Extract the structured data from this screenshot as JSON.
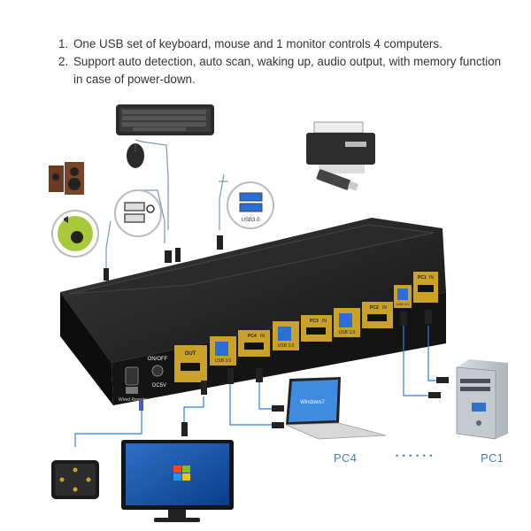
{
  "notes": [
    {
      "number": "1.",
      "text": "One USB set of keyboard, mouse and 1 monitor controls 4 computers."
    },
    {
      "number": "2.",
      "text": "Support auto detection, auto scan, waking up, audio output, with memory function in case of power-down."
    }
  ],
  "device": {
    "out_label": "OUT",
    "on_off_label": "ON/OFF",
    "power_label": "DC5V",
    "remote_label": "Wired Remote",
    "ports": [
      {
        "usb": "USB 3.0",
        "pc": "PC4",
        "in": "IN"
      },
      {
        "usb": "USB 3.0",
        "pc": "PC3",
        "in": "IN"
      },
      {
        "usb": "USB 3.0",
        "pc": "PC2",
        "in": "IN"
      },
      {
        "usb": "USB 3.0",
        "pc": "PC1",
        "in": "IN"
      }
    ],
    "top_usb_label": "USB3.0"
  },
  "laptop_screen_text": "Windows7",
  "labels": {
    "pc_left": "PC4",
    "dots": "• • • • • •",
    "pc_right": "PC1"
  },
  "colors": {
    "text": "#333333",
    "label_blue": "#4a7bb7",
    "device": "#1c1c1c",
    "gold": "#c9a227",
    "usb_blue": "#2a6fd6",
    "cable": "#2f7fd6"
  }
}
